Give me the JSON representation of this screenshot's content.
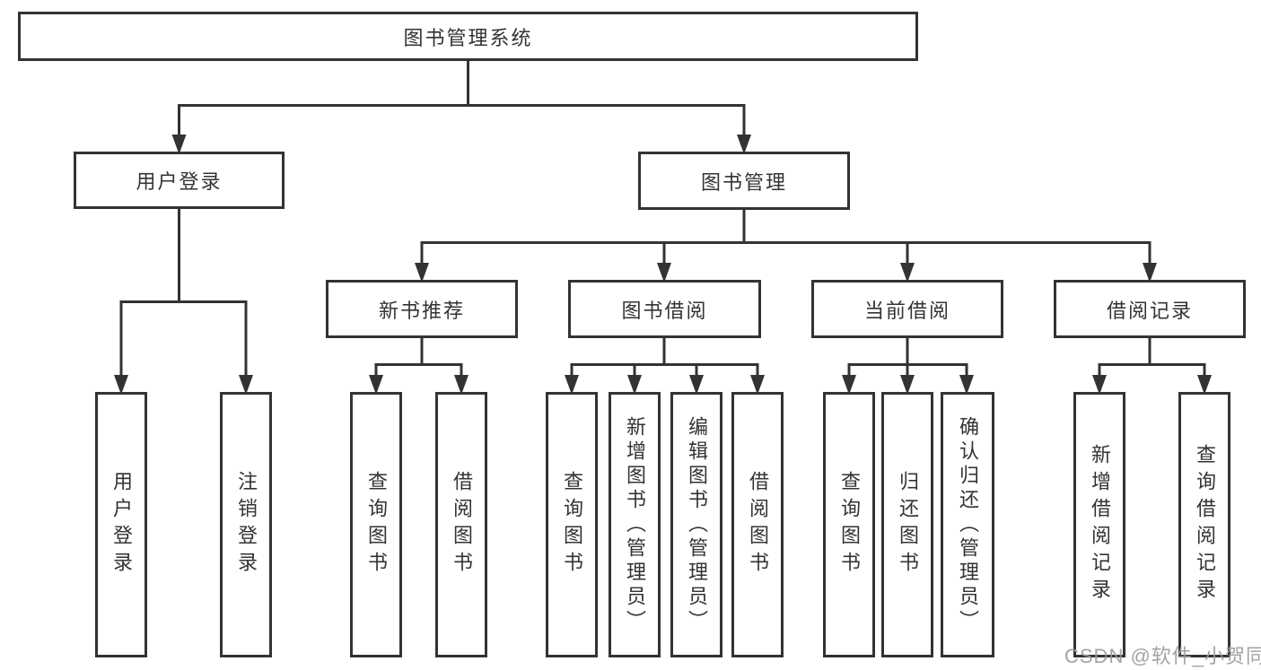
{
  "diagram": {
    "type": "hierarchy-tree",
    "nodes": {
      "root": "图书管理系统",
      "branches": [
        {
          "label": "用户登录"
        },
        {
          "label": "图书管理"
        }
      ],
      "sections": [
        {
          "label": "新书推荐"
        },
        {
          "label": "图书借阅"
        },
        {
          "label": "当前借阅"
        },
        {
          "label": "借阅记录"
        }
      ],
      "leaves": [
        {
          "parent": "用户登录",
          "items": [
            "用户登录",
            "注销登录"
          ]
        },
        {
          "parent": "新书推荐",
          "items": [
            "查询图书",
            "借阅图书"
          ]
        },
        {
          "parent": "图书借阅",
          "items": [
            "查询图书",
            "新增图书（管理员）",
            "编辑图书（管理员）",
            "借阅图书"
          ]
        },
        {
          "parent": "当前借阅",
          "items": [
            "查询图书",
            "归还图书",
            "确认归还（管理员）"
          ]
        },
        {
          "parent": "借阅记录",
          "items": [
            "新增借阅记录",
            "查询借阅记录"
          ]
        }
      ]
    },
    "colors": {
      "line": "#333333",
      "text": "#333333",
      "box_background": "#ffffff",
      "watermark": "#9b9b9b",
      "background": "#ffffff"
    },
    "watermark": "CSDN @软件_小贺同学"
  }
}
